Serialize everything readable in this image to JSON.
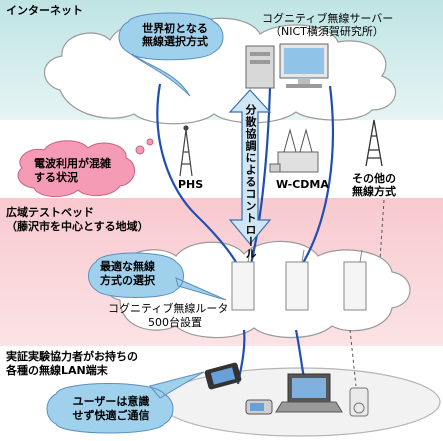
{
  "labels": {
    "internet": "インターネット",
    "server_line1": "コグニティブ無線サーバー",
    "server_line2": "（NICT横須賀研究所）",
    "wide_line1": "広域テストベッド",
    "wide_line2": "（藤沢市を中心とする地域）",
    "router_line1": "コグニティブ無線ルータ",
    "router_line2": "500台設置",
    "terminal_line1": "実証実験協力者がお持ちの",
    "terminal_line2": "各種の無線LAN端末",
    "phs": "PHS",
    "wcdma": "W-CDMA",
    "other_line1": "その他の",
    "other_line2": "無線方式"
  },
  "bubbles": {
    "world_first_line1": "世界初となる",
    "world_first_line2": "無線選択方式",
    "congestion_line1": "電波利用が混雑",
    "congestion_line2": "する状況",
    "optimal_line1": "最適な無線",
    "optimal_line2": "方式の選択",
    "user_line1": "ユーザーは意識",
    "user_line2": "せず快適ご通信"
  },
  "arrow_label": "分散協調によるコントロール",
  "colors": {
    "internet_band": "#bfe4e4",
    "wide_band": "#f8c9cf",
    "bubble_blue": "#9fd0ec",
    "bubble_pink": "#f59bb5",
    "line_blue": "#1f4fb0",
    "arrow_fill": "#cfe6f5"
  }
}
